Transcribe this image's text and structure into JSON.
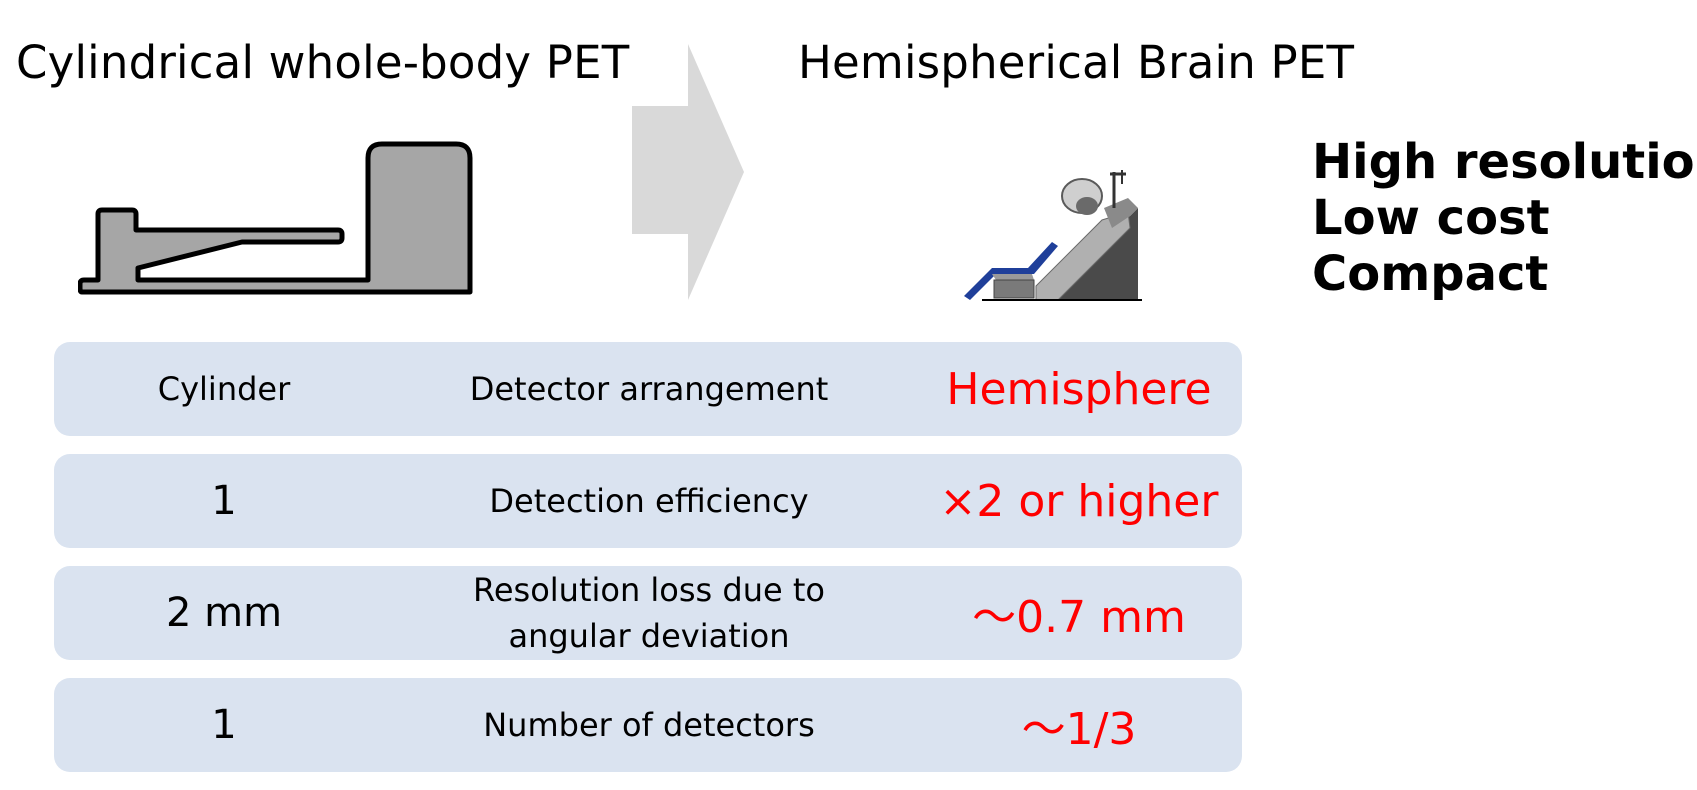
{
  "titles": {
    "left": "Cylindrical whole-body PET",
    "right": "Hemispherical Brain PET"
  },
  "advantages": [
    "High resolution",
    "Low cost",
    "Compact"
  ],
  "comparison": [
    {
      "cylindrical": "Cylinder",
      "metric": "Detector arrangement",
      "hemispherical": "Hemisphere"
    },
    {
      "cylindrical": "1",
      "metric": "Detection efficiency",
      "hemispherical": "×2 or higher"
    },
    {
      "cylindrical": "2 mm",
      "metric_line1": "Resolution loss due to",
      "metric_line2": "angular deviation",
      "hemispherical": "～0.7 mm"
    },
    {
      "cylindrical": "1",
      "metric": "Number of detectors",
      "hemispherical": "～1/3"
    }
  ],
  "colors": {
    "row_bg": "#dae3f0",
    "highlight": "#ff0000",
    "arrow": "#d9d9d9",
    "scanner_gray": "#a6a6a6"
  },
  "icons": {
    "arrow": "right-arrow-icon",
    "left_scanner": "cylindrical-pet-scanner-icon",
    "right_scanner": "hemispherical-brain-pet-icon"
  }
}
